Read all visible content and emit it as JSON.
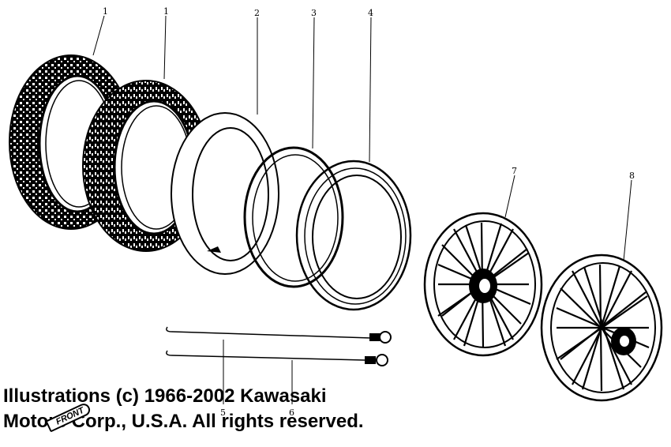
{
  "parts": [
    {
      "label": "1"
    },
    {
      "label": "1"
    },
    {
      "label": "2"
    },
    {
      "label": "3"
    },
    {
      "label": "4"
    },
    {
      "label": "5"
    },
    {
      "label": "6"
    },
    {
      "label": "7"
    },
    {
      "label": "8"
    }
  ],
  "copyright": {
    "line1": "Illustrations (c) 1966-2002 Kawasaki",
    "line2": "Motors Corp., U.S.A.  All rights reserved."
  },
  "front_badge": "FRONT"
}
